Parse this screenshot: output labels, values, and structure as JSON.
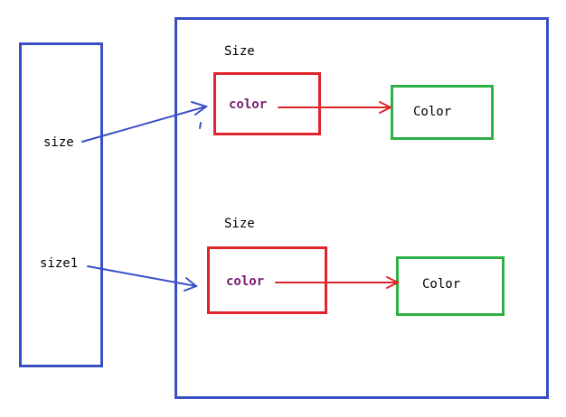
{
  "stack": {
    "vars": [
      "size",
      "size1"
    ]
  },
  "heap": {
    "objects": [
      {
        "type_label": "Size",
        "field": "color",
        "target": "Color"
      },
      {
        "type_label": "Size",
        "field": "color",
        "target": "Color"
      }
    ]
  },
  "colors": {
    "frame": "#3b4fc4",
    "size_box": "#e0242b",
    "color_box": "#2db144",
    "field_text": "#7a1a73"
  }
}
